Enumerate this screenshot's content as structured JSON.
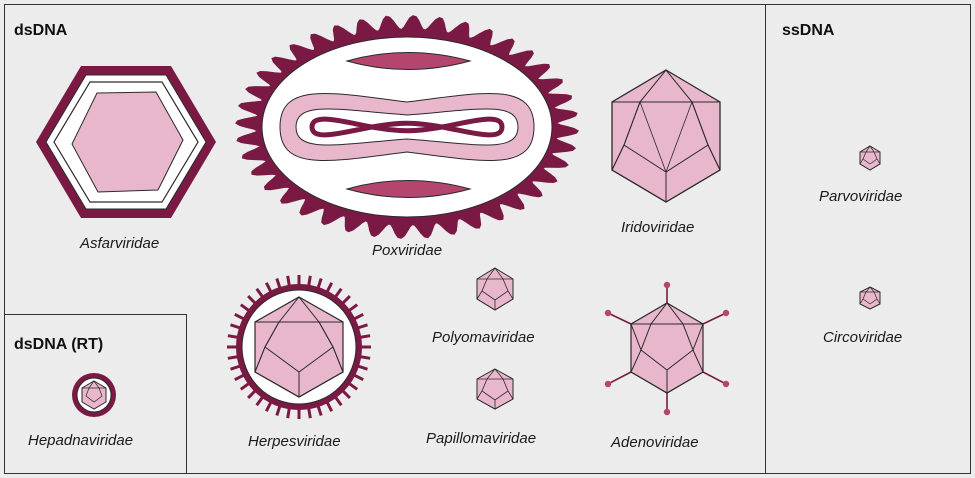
{
  "groups": {
    "dsdna": "dsDNA",
    "dsdna_rt": "dsDNA (RT)",
    "ssdna": "ssDNA"
  },
  "families": {
    "asfarviridae": "Asfarviridae",
    "poxviridae": "Poxviridae",
    "iridoviridae": "Iridoviridae",
    "herpesviridae": "Herpesviridae",
    "polyomaviridae": "Polyomaviridae",
    "papillomaviridae": "Papillomaviridae",
    "adenoviridae": "Adenoviridae",
    "hepadnaviridae": "Hepadnaviridae",
    "parvoviridae": "Parvoviridae",
    "circoviridae": "Circoviridae"
  },
  "colors": {
    "dark": "#7a1a44",
    "medium": "#b3456f",
    "light": "#e9b7cc",
    "outline": "#2a2a2a"
  }
}
